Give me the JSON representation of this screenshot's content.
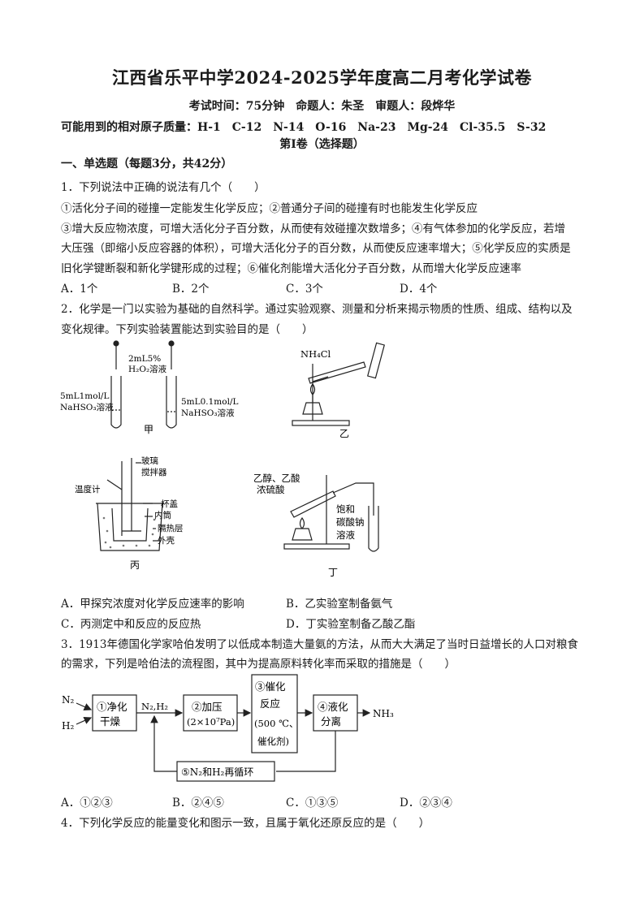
{
  "header": {
    "title": "江西省乐平中学2024-2025学年度高二月考化学试卷",
    "info": "考试时间：75分钟　命题人：朱圣　审题人：段烨华",
    "atoms": "可能用到的相对原子质量：H-1　C-12　N-14　O-16　Na-23　Mg-24　Cl-35.5　S-32",
    "part": "第Ⅰ卷（选择题）"
  },
  "section": "一、单选题（每题3分，共42分）",
  "q1": {
    "stem": "1．下列说法中正确的说法有几个（　　）",
    "lines": [
      "①活化分子间的碰撞一定能发生化学反应；②普通分子间的碰撞有时也能发生化学反应",
      "③增大反应物浓度，可增大活化分子百分数，从而使有效碰撞次数增多；④有气体参加的化学反应，若增",
      "大压强（即缩小反应容器的体积），可增大活化分子的百分数，从而使反应速率增大；⑤化学反应的实质是",
      "旧化学键断裂和新化学键形成的过程；⑥催化剂能增大活化分子百分数，从而增大化学反应速率"
    ],
    "options": [
      "A．1个",
      "B．2个",
      "C．3个",
      "D．4个"
    ]
  },
  "q2": {
    "stem1": "2．化学是一门以实验为基础的自然科学。通过实验观察、测量和分析来揭示物质的性质、组成、结构以及",
    "stem2": "变化规律。下列实验装置能达到实验目的是（　　）",
    "fig_jia": {
      "h2o2_line1": "2mL5%",
      "h2o2_line2": "H₂O₂溶液",
      "left_line1": "5mL1mol/L",
      "left_line2": "NaHSO₃溶液",
      "right_line1": "5mL0.1mol/L",
      "right_line2": "NaHSO₃溶液",
      "caption": "甲"
    },
    "fig_yi": {
      "reagent": "NH₄Cl",
      "caption": "乙"
    },
    "fig_bing": {
      "stirrer1": "玻璃",
      "stirrer2": "搅拌器",
      "thermometer": "温度计",
      "lid": "杯盖",
      "inner": "内筒",
      "insulation": "隔热层",
      "shell": "外壳",
      "caption": "丙"
    },
    "fig_ding": {
      "reagent1": "乙醇、乙酸",
      "reagent2": "浓硫酸",
      "sat1": "饱和",
      "sat2": "碳酸钠",
      "sat3": "溶液",
      "caption": "丁"
    },
    "optA": "A．甲探究浓度对化学反应速率的影响",
    "optB": "B．乙实验室制备氨气",
    "optC": "C．丙测定中和反应的反应热",
    "optD": "D．丁实验室制备乙酸乙酯"
  },
  "q3": {
    "stem1": "3．1913年德国化学家哈伯发明了以低成本制造大量氨的方法，从而大大满足了当时日益增长的人口对粮食",
    "stem2": "的需求，下列是哈伯法的流程图，其中为提高原料转化率而采取的措施是（　　）",
    "flow": {
      "in1": "N₂",
      "in2": "H₂",
      "box1a": "①净化",
      "box1b": "干燥",
      "mid": "N₂,H₂",
      "box2a": "②加压",
      "box2b": "(2×10⁷Pa)",
      "box3a": "③催化",
      "box3b": "反应",
      "box3c": "(500 ℃、",
      "box3d": "催化剂)",
      "box4a": "④液化",
      "box4b": "分离",
      "out": "NH₃",
      "box5": "⑤N₂和H₂再循环"
    },
    "options": [
      "A．①②③",
      "B．②④⑤",
      "C．①③⑤",
      "D．②③④"
    ]
  },
  "q4": {
    "stem": "4．下列化学反应的能量变化和图示一致，且属于氧化还原反应的是（　　）"
  }
}
